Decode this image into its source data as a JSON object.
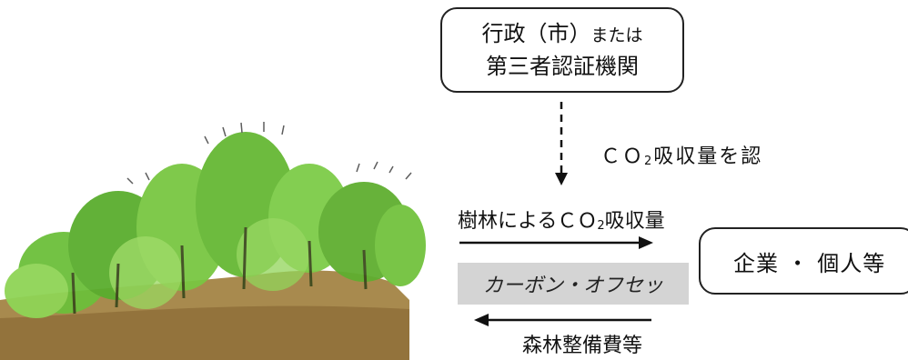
{
  "authority": {
    "line1_main": "行政（市）",
    "line1_small": "または",
    "line2": "第三者認証機関"
  },
  "certify_label": {
    "prefix": "ＣＯ",
    "sub": "2",
    "suffix": "吸収量を認"
  },
  "absorption_label": {
    "prefix": "樹林によるＣＯ",
    "sub": "2",
    "suffix": "吸収量"
  },
  "offset_label": "カーボン・オフセッ",
  "company_label": "企業 ・ 個人等",
  "forest_fee_label": "森林整備費等"
}
